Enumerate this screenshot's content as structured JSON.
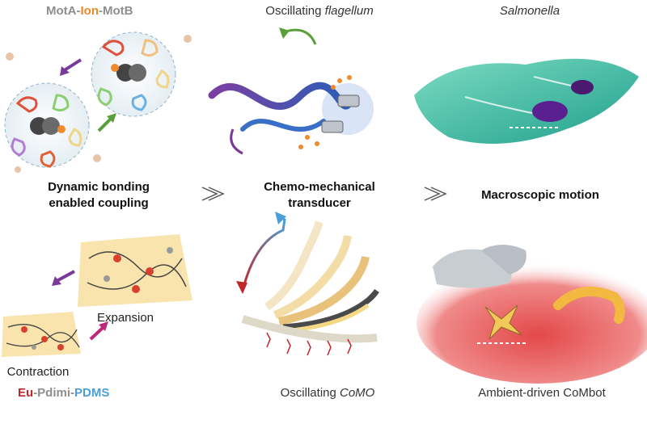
{
  "top": {
    "motor_label": {
      "part1": "MotA",
      "sep1": "-",
      "part2": "Ion",
      "sep2": "-",
      "part3": "MotB"
    },
    "flagellum_label": {
      "prefix": "Oscillating ",
      "italic": "flagellum"
    },
    "salmonella_label": "Salmonella"
  },
  "middle": {
    "bonding_line1": "Dynamic bonding",
    "bonding_line2": "enabled coupling",
    "transducer_line1": "Chemo-mechanical",
    "transducer_line2": "transducer",
    "motion_label": "Macroscopic motion"
  },
  "bottom": {
    "expansion_label": "Expansion",
    "contraction_label": "Contraction",
    "polymer_label": {
      "part1": "Eu",
      "sep1": "-",
      "part2": "Pdimi",
      "sep2": "-",
      "part3": "PDMS"
    },
    "como_label": {
      "prefix": "Oscillating ",
      "italic": "CoMO"
    },
    "combot_label": "Ambient-driven CoMbot"
  },
  "colors": {
    "grey_text": "#8e8e8e",
    "orange_text": "#e8892c",
    "red_text": "#c0272d",
    "blue_text": "#4a9fd8",
    "purple_arrow": "#7a3a9a",
    "green_arrow": "#5aa03a",
    "teal_surface": "#2fb39a",
    "red_surface": "#e65a5a",
    "film_yellow": "#f7d77a"
  }
}
